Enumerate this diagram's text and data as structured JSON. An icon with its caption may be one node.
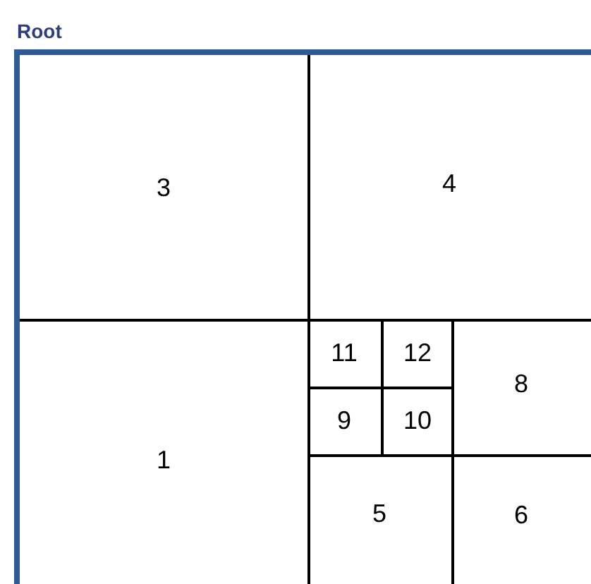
{
  "diagram": {
    "nodes": [
      {
        "text": [
          "Root"
        ]
      },
      {
        "text": [
          "3"
        ],
        "in": 0
      },
      {
        "text": [
          "4"
        ],
        "in": 0
      },
      {
        "text": [
          "1"
        ],
        "in": 0
      },
      {
        "text": [],
        "shape": "box",
        "in": 0
      },
      {
        "text": [],
        "shape": "box",
        "in": 4
      },
      {
        "text": [
          "11"
        ],
        "in": 5
      },
      {
        "text": [
          "12"
        ],
        "in": 5
      },
      {
        "text": [
          "9"
        ],
        "in": 5
      },
      {
        "text": [
          "10"
        ],
        "in": 5
      },
      {
        "text": [
          "8"
        ],
        "in": 4
      },
      {
        "text": [
          "5"
        ],
        "in": 4
      },
      {
        "text": [
          "6"
        ],
        "in": 4
      }
    ]
  }
}
